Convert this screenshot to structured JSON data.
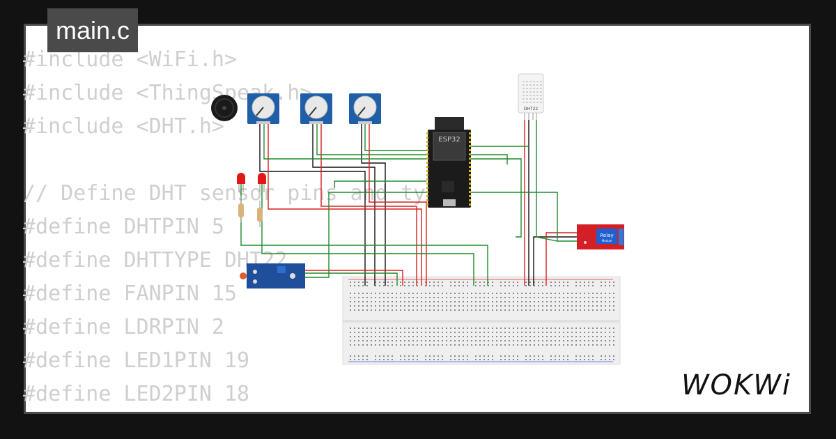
{
  "tab": {
    "filename": "main.c"
  },
  "code_lines": [
    "#include <WiFi.h>",
    "#include <ThingSpeak.h>",
    "#include <DHT.h>",
    "",
    "// Define DHT sensor pins and type",
    "#define DHTPIN 5",
    "#define DHTTYPE DHT22",
    "#define FANPIN 15",
    "#define LDRPIN 2",
    "#define LED1PIN 19",
    "#define LED2PIN 18"
  ],
  "parts": {
    "esp32_label": "ESP32",
    "dht_label": "DHT22",
    "relay_label": "Relay",
    "relay_sub": "Module"
  },
  "brand": {
    "logo_text": "WOKWi"
  },
  "colors": {
    "wire_green": "#1f8a2a",
    "wire_red": "#d92020",
    "wire_black": "#111111",
    "pot_blue": "#1f5fa8",
    "relay_red": "#d31f26",
    "breadboard": "#f0f0f0"
  }
}
